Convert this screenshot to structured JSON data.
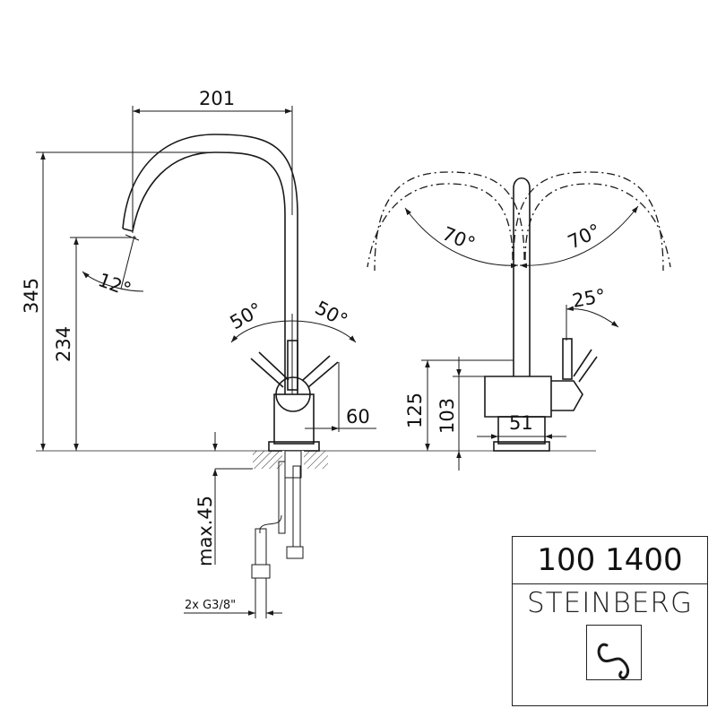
{
  "drawing": {
    "dimensions": {
      "spout_reach": "201",
      "total_height": "345",
      "outlet_height": "234",
      "outlet_angle": "12°",
      "handle_left_angle": "50°",
      "handle_right_angle": "50°",
      "handle_offset": "60",
      "max_deck_thickness": "max.45",
      "connection_hoses": "2x G3/8\"",
      "spout_swivel_left": "70°",
      "spout_swivel_right": "70°",
      "handle_tilt_angle": "25°",
      "body_height": "125",
      "handle_height": "103",
      "base_diameter": "51"
    }
  },
  "title_block": {
    "model_number": "100 1400",
    "brand": "STEINBERG",
    "logo_icon": "steinberg-logo-icon"
  }
}
